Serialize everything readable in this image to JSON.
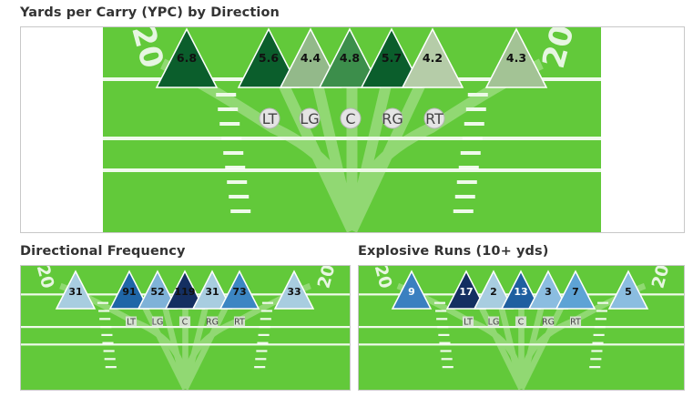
{
  "ypc": {
    "title": "Yards per Carry (YPC) by Direction",
    "field_numbers": [
      "20",
      "20"
    ],
    "gaps": [
      "LT",
      "LG",
      "C",
      "RG",
      "RT"
    ],
    "values": [
      "6.8",
      "5.6",
      "4.4",
      "4.8",
      "5.7",
      "4.2",
      "4.3"
    ],
    "colors": [
      "#0b5e2c",
      "#0b5e2c",
      "#93b98a",
      "#3c8e4b",
      "#0b5e2c",
      "#b5cca8",
      "#a3c395"
    ]
  },
  "freq": {
    "title": "Directional Frequency",
    "field_numbers": [
      "20",
      "20"
    ],
    "gaps": [
      "LT",
      "LG",
      "C",
      "RG",
      "RT"
    ],
    "values": [
      "31",
      "91",
      "52",
      "119",
      "31",
      "73",
      "33"
    ],
    "colors": [
      "#a8cde0",
      "#1f66a7",
      "#7fb2d8",
      "#142f61",
      "#a8cde0",
      "#3c86c3",
      "#a8cde0"
    ]
  },
  "explosive": {
    "title": "Explosive Runs (10+ yds)",
    "field_numbers": [
      "20",
      "20"
    ],
    "gaps": [
      "LT",
      "LG",
      "C",
      "RG",
      "RT"
    ],
    "values": [
      "9",
      "17",
      "2",
      "13",
      "3",
      "7",
      "5"
    ],
    "colors": [
      "#3b80c0",
      "#142f61",
      "#a8cde0",
      "#1f5fa0",
      "#8bbde0",
      "#5ea3d5",
      "#8bbde0"
    ]
  }
}
